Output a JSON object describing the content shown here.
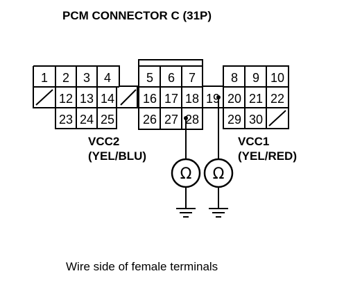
{
  "title": "PCM CONNECTOR C (31P)",
  "caption": "Wire side of female terminals",
  "pins": [
    "1",
    "2",
    "3",
    "4",
    "5",
    "6",
    "7",
    "8",
    "9",
    "10",
    "12",
    "13",
    "14",
    "16",
    "17",
    "18",
    "19",
    "20",
    "21",
    "22",
    "23",
    "24",
    "25",
    "26",
    "27",
    "28",
    "29",
    "30"
  ],
  "probes": [
    {
      "name": "VCC2",
      "wire": "(YEL/BLU)",
      "terminal": "28",
      "meter_symbol": "Ω",
      "ground_icon": "ground-icon"
    },
    {
      "name": "VCC1",
      "wire": "(YEL/RED)",
      "terminal": "19",
      "meter_symbol": "Ω",
      "ground_icon": "ground-icon"
    }
  ]
}
